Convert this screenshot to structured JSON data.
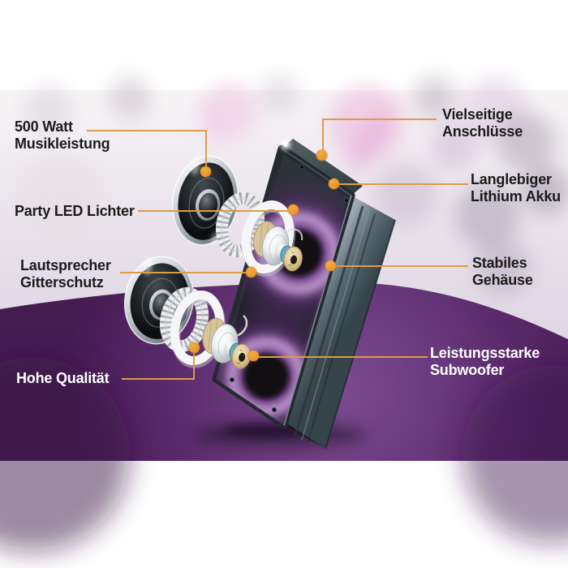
{
  "colors": {
    "accent_line_orange": "#DC9C49",
    "marker_dot_orange": "#EC9A2E",
    "backdrop_purple": "#5A2B6E",
    "cabinet_teal": "#2A3336",
    "led_glow_purple": "#B98CC6",
    "label_dark": "#1B1B1B",
    "label_light": "#FFFFFF"
  },
  "callouts": {
    "left": [
      {
        "id": "watt",
        "lines": [
          "500 Watt",
          "Musikleistung"
        ]
      },
      {
        "id": "party",
        "lines": [
          "Party LED Lichter"
        ]
      },
      {
        "id": "gitter",
        "lines": [
          "Lautsprecher",
          "Gitterschutz"
        ]
      },
      {
        "id": "hohe",
        "lines": [
          "Hohe Qualität"
        ]
      }
    ],
    "right": [
      {
        "id": "viel",
        "lines": [
          "Vielseitige",
          "Anschlüsse"
        ]
      },
      {
        "id": "akku",
        "lines": [
          "Langlebiger",
          "Lithium Akku"
        ]
      },
      {
        "id": "stabil",
        "lines": [
          "Stabiles",
          "Gehäuse"
        ]
      },
      {
        "id": "sub",
        "lines": [
          "Leistungsstarke",
          "Subwoofer"
        ]
      }
    ]
  }
}
